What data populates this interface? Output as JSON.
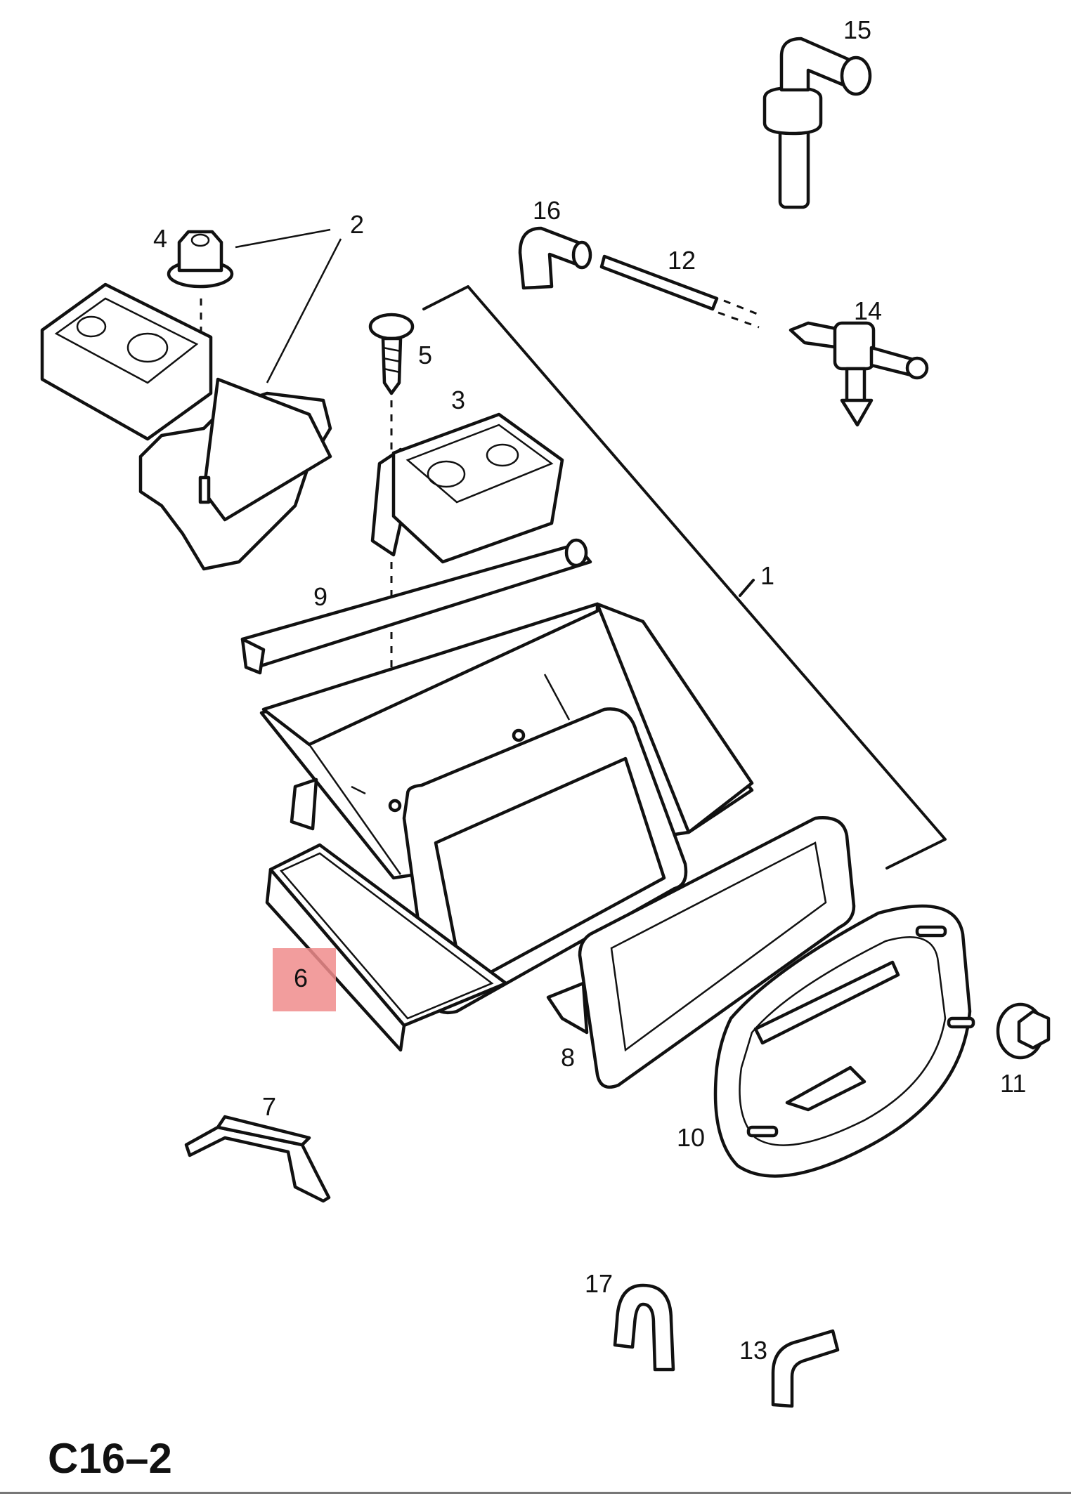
{
  "diagram": {
    "code": "C16–2",
    "highlight_color": "#f08c8c",
    "callouts": [
      {
        "id": "1",
        "label": "1"
      },
      {
        "id": "2",
        "label": "2"
      },
      {
        "id": "3",
        "label": "3"
      },
      {
        "id": "4",
        "label": "4"
      },
      {
        "id": "5",
        "label": "5"
      },
      {
        "id": "6",
        "label": "6",
        "highlighted": true
      },
      {
        "id": "7",
        "label": "7"
      },
      {
        "id": "8",
        "label": "8"
      },
      {
        "id": "9",
        "label": "9"
      },
      {
        "id": "10",
        "label": "10"
      },
      {
        "id": "11",
        "label": "11"
      },
      {
        "id": "12",
        "label": "12"
      },
      {
        "id": "13",
        "label": "13"
      },
      {
        "id": "14",
        "label": "14"
      },
      {
        "id": "15",
        "label": "15"
      },
      {
        "id": "16",
        "label": "16"
      },
      {
        "id": "17",
        "label": "17"
      }
    ]
  }
}
